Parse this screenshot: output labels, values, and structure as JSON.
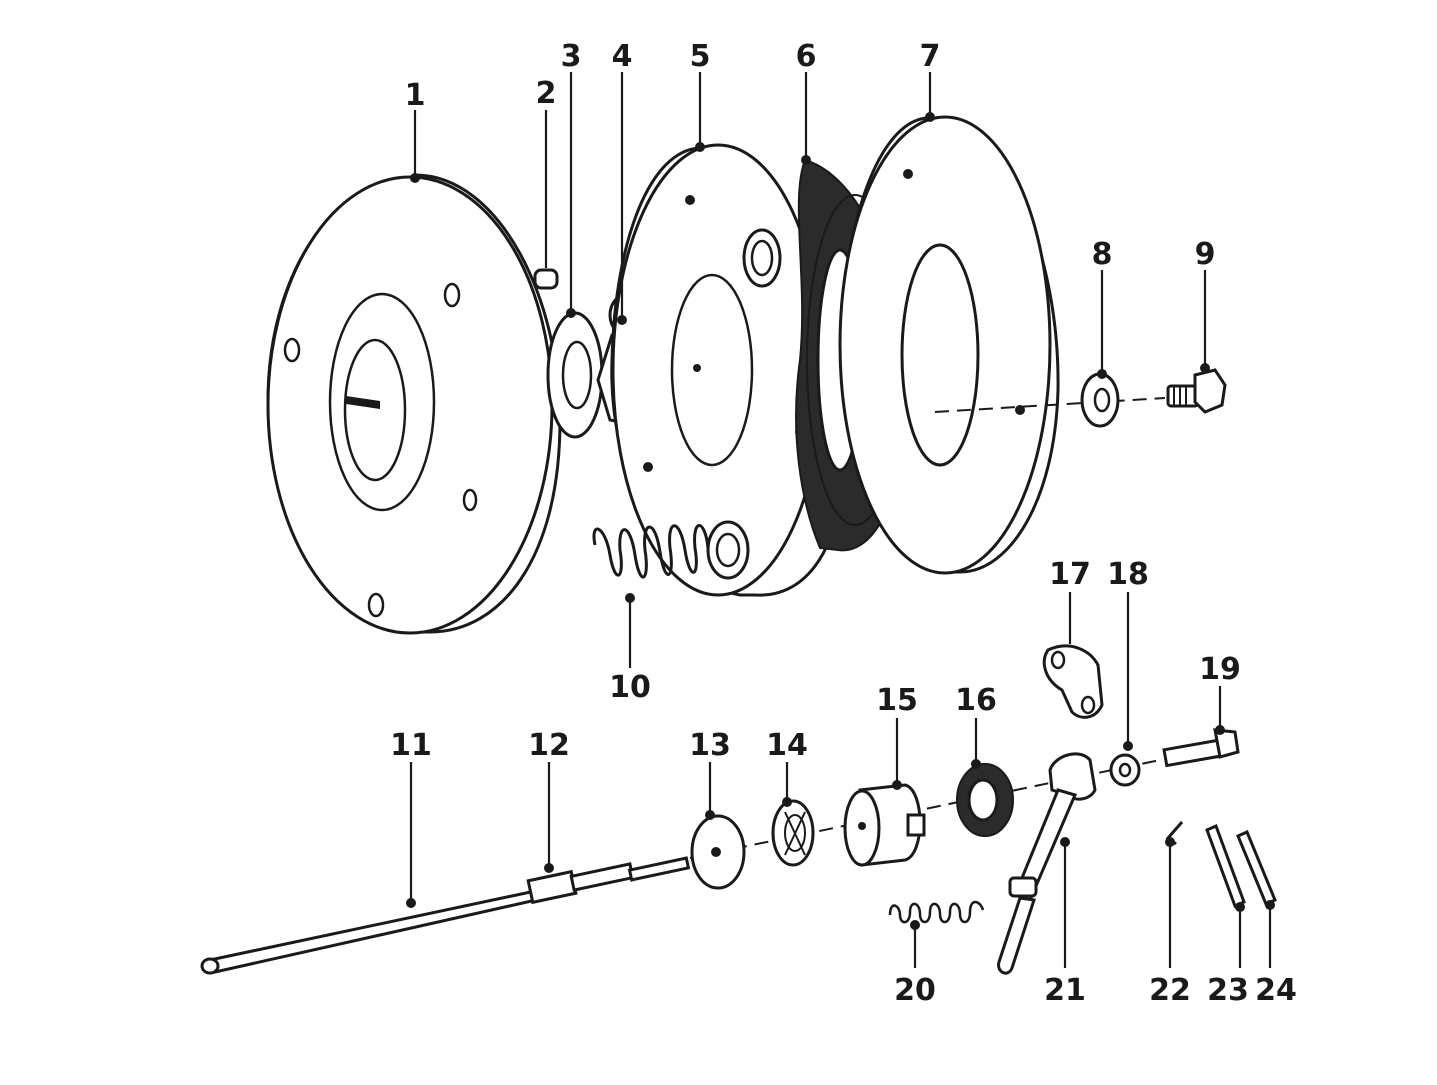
{
  "callouts": [
    {
      "id": "1",
      "label": "1"
    },
    {
      "id": "2",
      "label": "2"
    },
    {
      "id": "3",
      "label": "3"
    },
    {
      "id": "4",
      "label": "4"
    },
    {
      "id": "5",
      "label": "5"
    },
    {
      "id": "6",
      "label": "6"
    },
    {
      "id": "7",
      "label": "7"
    },
    {
      "id": "8",
      "label": "8"
    },
    {
      "id": "9",
      "label": "9"
    },
    {
      "id": "10",
      "label": "10"
    },
    {
      "id": "11",
      "label": "11"
    },
    {
      "id": "12",
      "label": "12"
    },
    {
      "id": "13",
      "label": "13"
    },
    {
      "id": "14",
      "label": "14"
    },
    {
      "id": "15",
      "label": "15"
    },
    {
      "id": "16",
      "label": "16"
    },
    {
      "id": "17",
      "label": "17"
    },
    {
      "id": "18",
      "label": "18"
    },
    {
      "id": "19",
      "label": "19"
    },
    {
      "id": "20",
      "label": "20"
    },
    {
      "id": "21",
      "label": "21"
    },
    {
      "id": "22",
      "label": "22"
    },
    {
      "id": "23",
      "label": "23"
    },
    {
      "id": "24",
      "label": "24"
    }
  ],
  "colors": {
    "ink": "#1a1a1a",
    "paper": "#ffffff"
  }
}
